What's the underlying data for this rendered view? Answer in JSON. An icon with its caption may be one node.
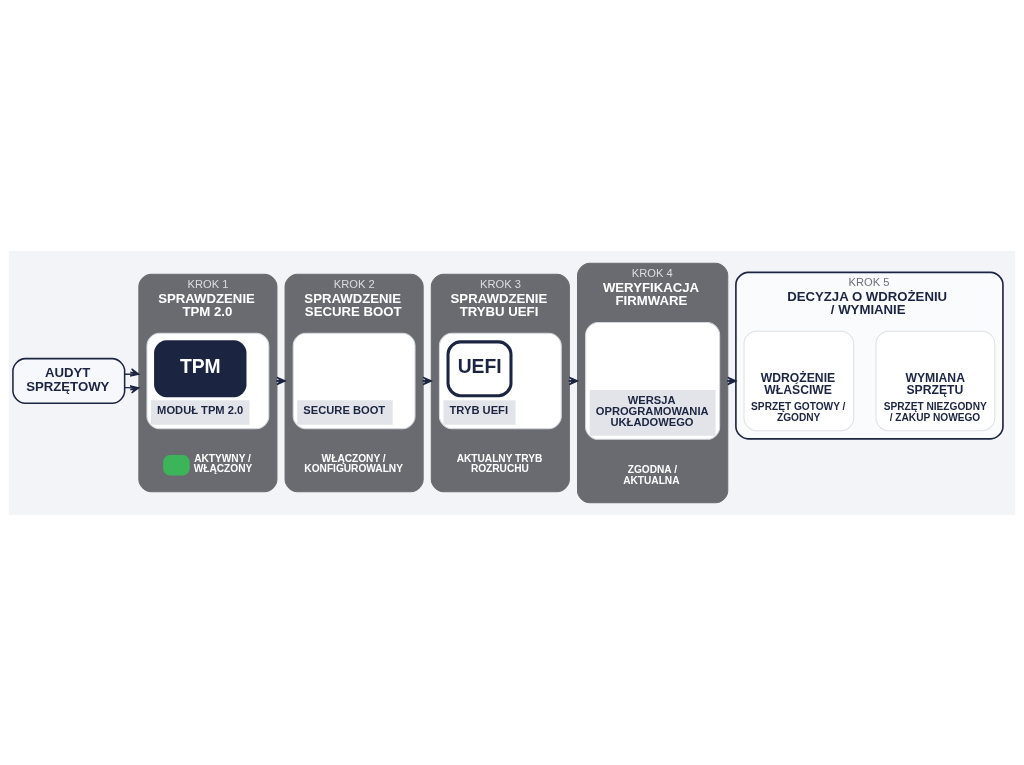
{
  "diagram": {
    "nodes": [
      {
        "text": [
          "AUDYT SPRZĘTOWY"
        ]
      },
      {
        "text": [
          "KROK 1",
          "SPRAWDZENIE TPM 2.0",
          "AKTYWNY / WŁĄCZONY"
        ]
      },
      {
        "text": [
          "TPM",
          "MODUŁ TPM 2.0"
        ],
        "in": 1
      },
      {
        "text": [
          "KROK 2",
          "SPRAWDZENIE SECURE BOOT",
          "WŁĄCZONY / KONFIGUROWALNY"
        ]
      },
      {
        "text": [
          "SECURE BOOT"
        ],
        "in": 3
      },
      {
        "text": [
          "KROK 3",
          "SPRAWDZENIE TRYBU UEFI",
          "AKTUALNY TRYB ROZRUCHU"
        ]
      },
      {
        "text": [
          "UEFI",
          "TRYB UEFI"
        ],
        "in": 5
      },
      {
        "text": [
          "KROK 4",
          "WERYFIKACJA FIRMWARE",
          "ZGODNA / AKTUALNA"
        ]
      },
      {
        "text": [
          "WERSJA OPROGRAMOWANIA UKŁADOWEGO"
        ],
        "in": 7
      },
      {
        "text": [
          "KROK 5",
          "DECYZJA O WDROŻENIU / WYMIANIE"
        ]
      },
      {
        "text": [
          "WDROŻENIE WŁAŚCIWE",
          "SPRZĘT GOTOWY / ZGODNY"
        ],
        "in": 9
      },
      {
        "text": [
          "WYMIANA SPRZĘTU",
          "SPRZĘT NIEZGODNY / ZAKUP NOWEGO"
        ],
        "in": 9
      }
    ],
    "edges": [
      {
        "from": 0,
        "to": 1,
        "arrow": "to"
      },
      {
        "from": 0,
        "to": 1,
        "arrow": "to"
      },
      {
        "from": 1,
        "to": 3,
        "arrow": "to"
      },
      {
        "from": 3,
        "to": 5,
        "arrow": "to"
      },
      {
        "from": 5,
        "to": 7,
        "arrow": "to"
      },
      {
        "from": 7,
        "to": 9,
        "arrow": "to"
      }
    ]
  }
}
